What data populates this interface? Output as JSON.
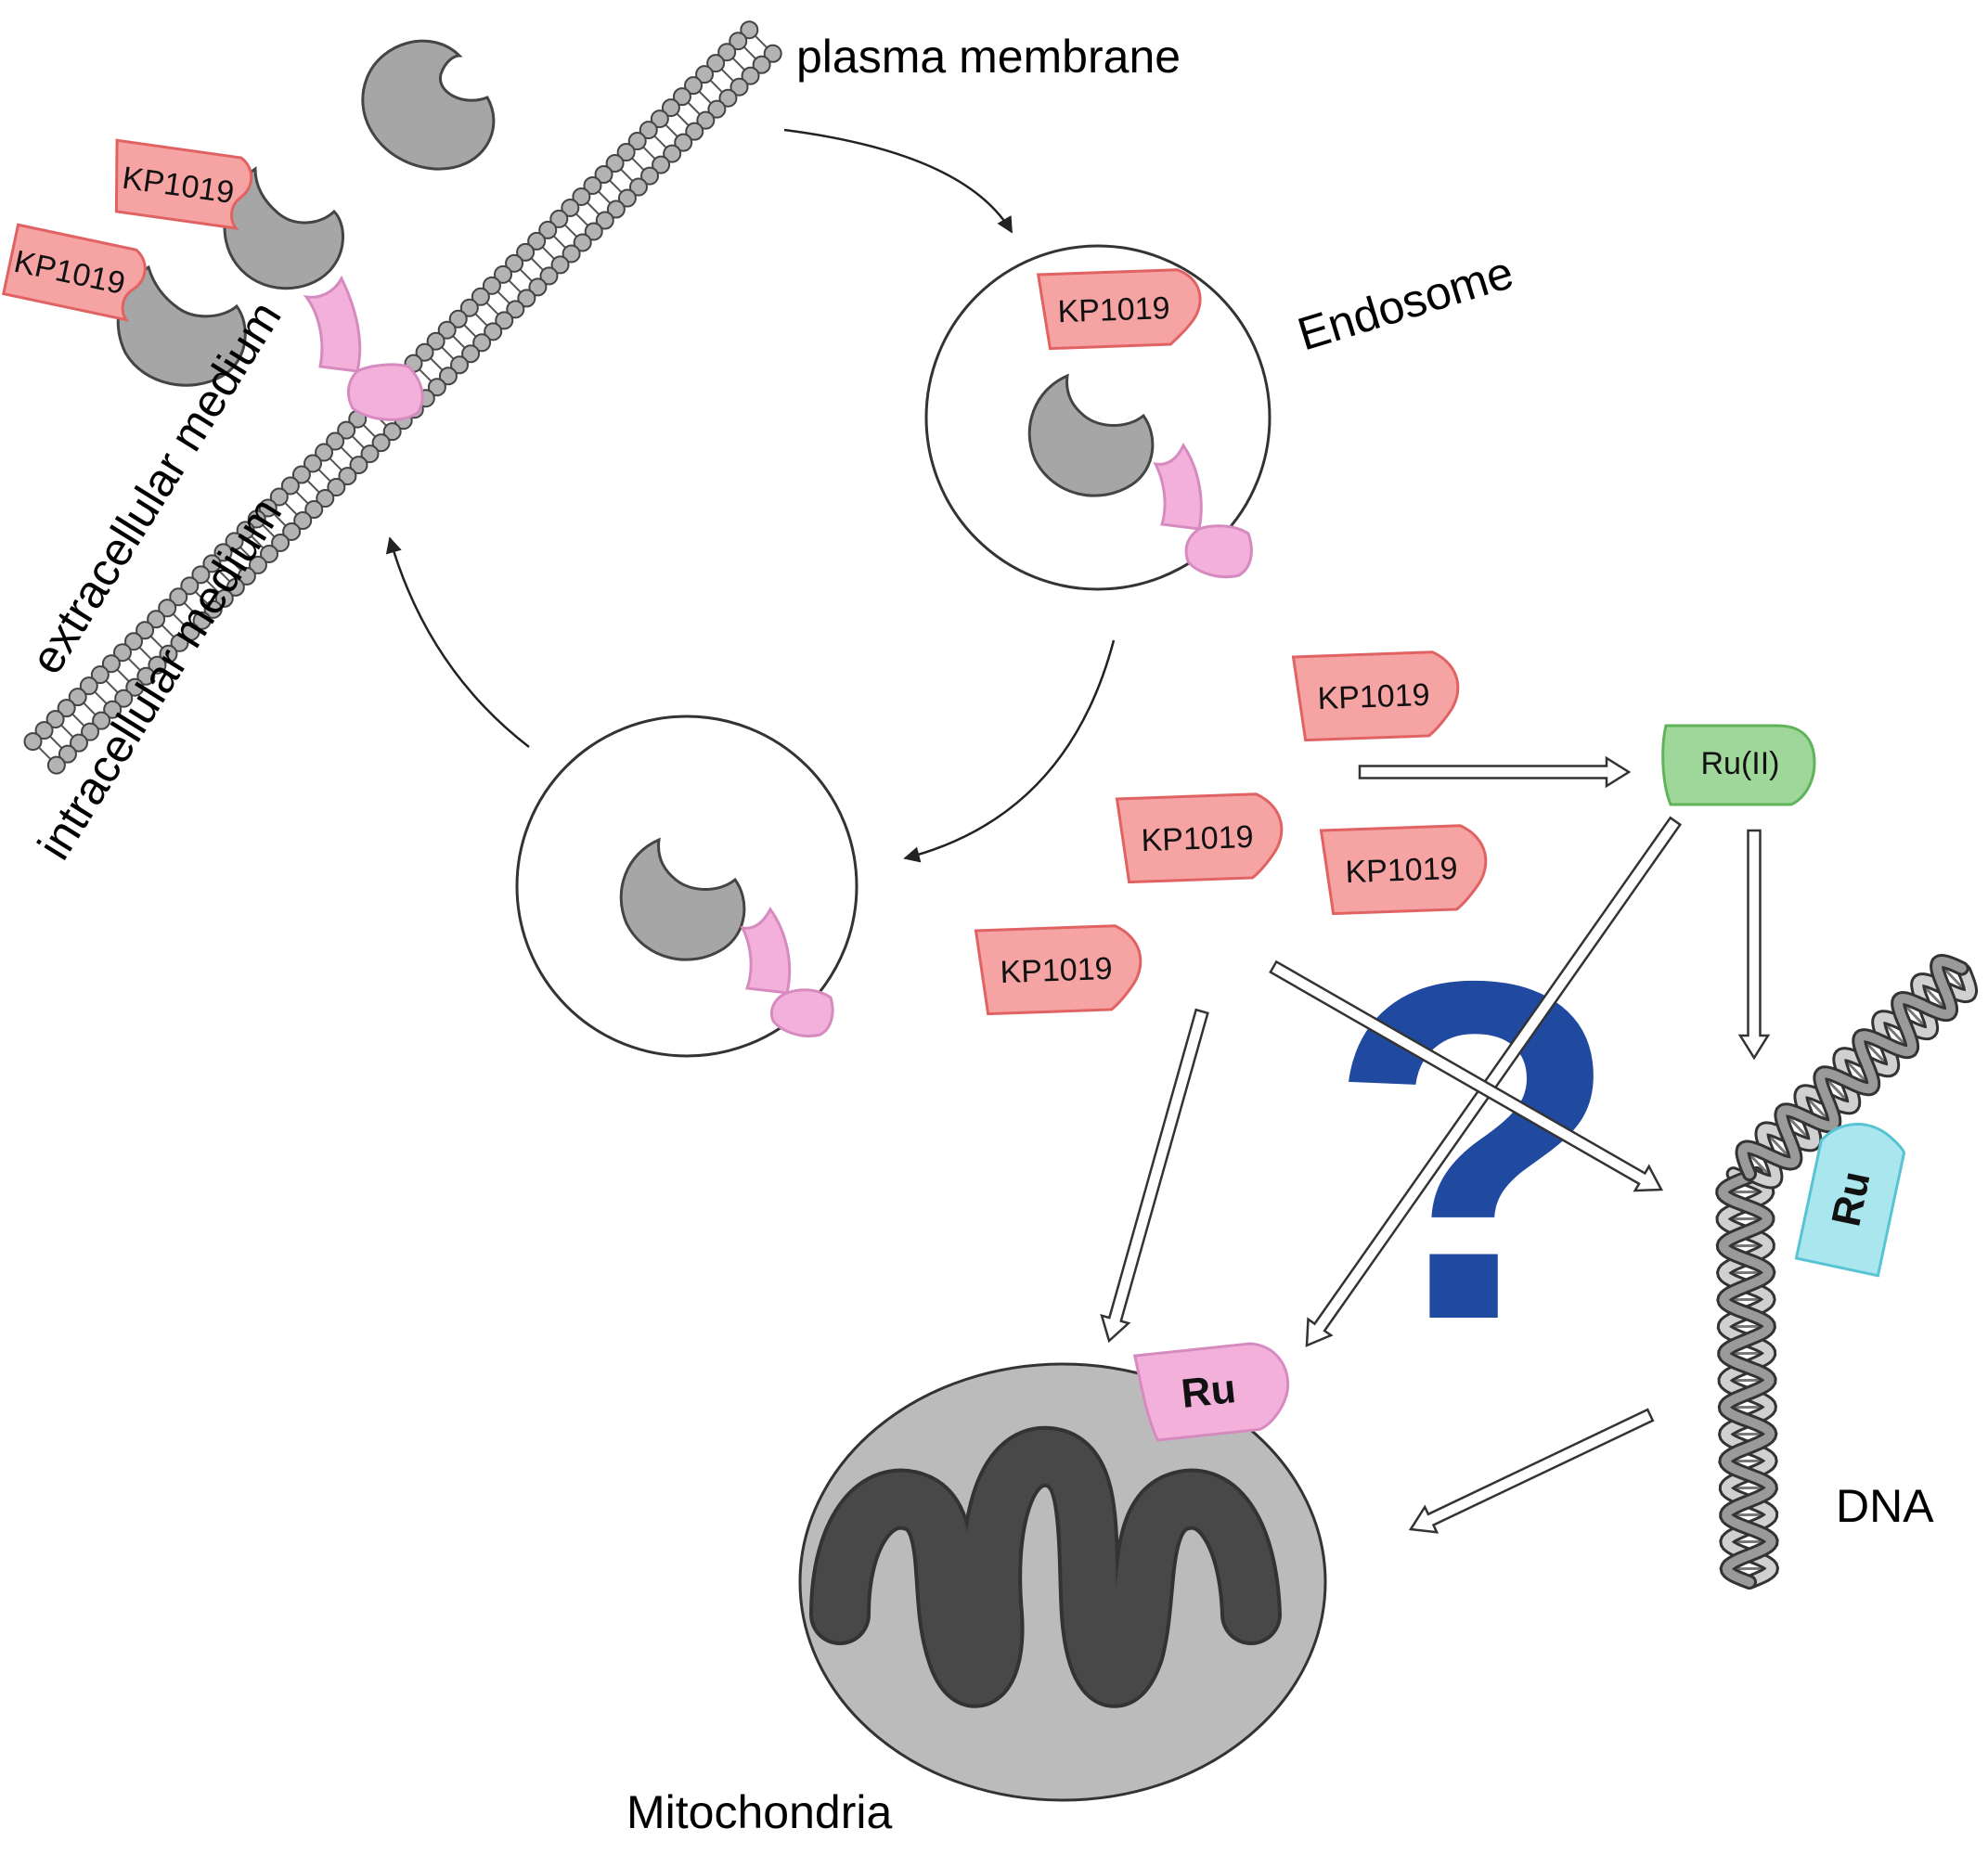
{
  "labels": {
    "plasma_membrane": "plasma membrane",
    "extracellular": "extracellular medium",
    "intracellular": "intracellular medium",
    "endosome": "Endosome",
    "mitochondria": "Mitochondria",
    "dna": "DNA",
    "question": "?"
  },
  "drug": "KP1019",
  "species": {
    "ru2": "Ru(II)",
    "ru": "Ru"
  },
  "colors": {
    "drug_fill": "#f6a3a3",
    "drug_stroke": "#e06262",
    "protein_fill": "#a6a6a6",
    "receptor_fill": "#f3b0da",
    "receptor_stroke": "#d68bc0",
    "ru2_fill": "#9fd69a",
    "ru2_stroke": "#5fb35a",
    "ru_mito_fill": "#f3b0da",
    "ru_dna_fill": "#a9e6ee",
    "ru_dna_stroke": "#58c4d3",
    "question_mark": "#1f4a9f",
    "mito_outer": "#bbbbbb",
    "mito_inner": "#484848"
  }
}
